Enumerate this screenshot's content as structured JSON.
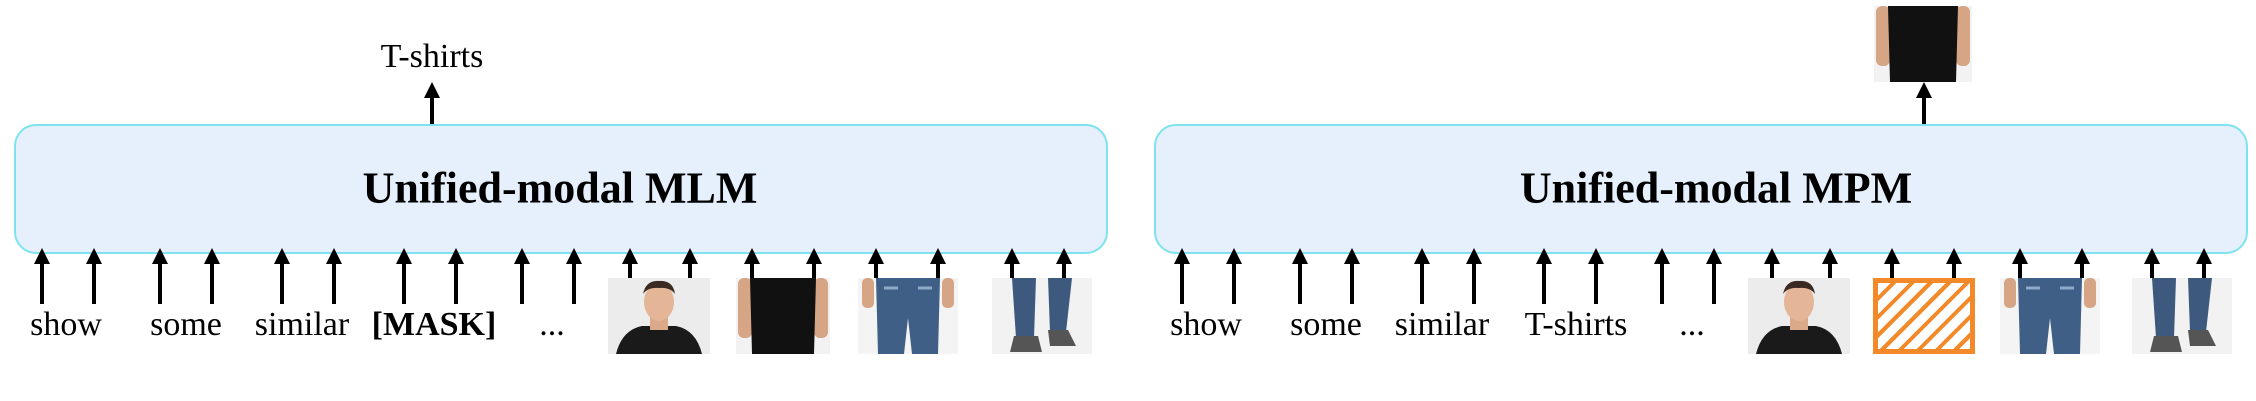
{
  "left_panel": {
    "title": "Unified-modal MLM",
    "output_label": "T-shirts",
    "tokens": [
      "show",
      "some",
      "similar",
      "[MASK]",
      "..."
    ]
  },
  "right_panel": {
    "title": "Unified-modal MPM",
    "tokens": [
      "show",
      "some",
      "similar",
      "T-shirts",
      "..."
    ]
  },
  "icons": {
    "face": "face-photo-icon",
    "shirt": "black-shirt-photo-icon",
    "jeans": "jeans-photo-icon",
    "legs": "legs-photo-icon",
    "masked_patch": "masked-patch-icon"
  },
  "colors": {
    "box_fill": "#e6effc",
    "box_border": "#7fe3ef",
    "mask_orange": "#f4892a"
  }
}
